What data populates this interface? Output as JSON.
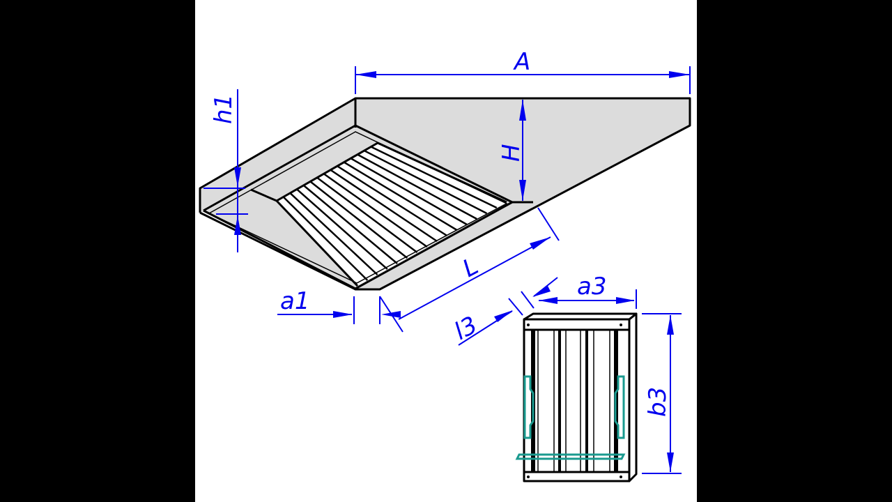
{
  "drawing": {
    "labels": {
      "A": "A",
      "H": "H",
      "h1": "h1",
      "L": "L",
      "a1": "a1",
      "l3": "l3",
      "a3": "a3",
      "b3": "b3"
    },
    "colors": {
      "dimension": "#0000ee",
      "fill": "#dcdcdc",
      "handle": "#1a9a8f",
      "background": "#ffffff"
    },
    "filter_slat_count": 14
  }
}
